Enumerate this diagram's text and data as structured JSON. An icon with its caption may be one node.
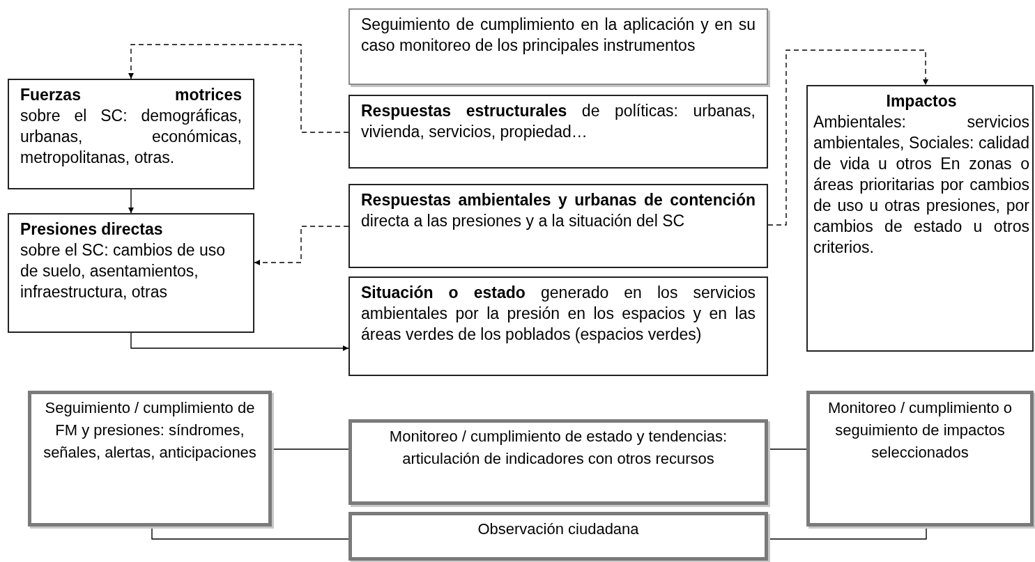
{
  "diagram": {
    "nodes": [
      {
        "text": [
          "Seguimiento de cumplimiento en la aplicación y en su caso monitoreo de los principales instrumentos"
        ]
      },
      {
        "text": [
          "Fuerzas motrices",
          "sobre el SC: demográficas, urbanas, económicas, metropolitanas, otras."
        ]
      },
      {
        "text": [
          "Presiones directas",
          "sobre el SC: cambios de uso de suelo, asentamientos, infraestructura, otras"
        ]
      },
      {
        "text": [
          "**Respuestas estructurales** de políticas: urbanas, vivienda, servicios, propiedad…"
        ]
      },
      {
        "text": [
          "**Respuestas ambientales y urbanas de contención** directa a las presiones y a la situación del SC"
        ]
      },
      {
        "text": [
          "**Situación o estado** generado en los servicios ambientales por la presión en los espacios y en las áreas verdes de los poblados (espacios verdes)"
        ]
      },
      {
        "text": [
          "Impactos",
          "Ambientales: servicios ambientales, Sociales: calidad de vida u otros En zonas o áreas prioritarias por cambios de uso u otras presiones, por cambios de estado u otros criterios."
        ]
      },
      {
        "text": [
          "Seguimiento / cumplimiento de FM y presiones: síndromes, señales, alertas, anticipaciones"
        ]
      },
      {
        "text": [
          "Monitoreo / cumplimiento de estado y tendencias: articulación de indicadores con otros recursos"
        ]
      },
      {
        "text": [
          "Monitoreo / cumplimiento o seguimiento de impactos seleccionados"
        ]
      },
      {
        "text": [
          "Observación ciudadana"
        ]
      }
    ],
    "edges": [
      {
        "from": 3,
        "to": 1,
        "arrow": "to",
        "style": "dashed"
      },
      {
        "from": 1,
        "to": 2,
        "arrow": "to"
      },
      {
        "from": 4,
        "to": 2,
        "arrow": "to",
        "style": "dashed"
      },
      {
        "from": 4,
        "to": 6,
        "arrow": "to",
        "style": "dashed"
      },
      {
        "from": 2,
        "to": 5,
        "arrow": "to"
      },
      {
        "from": 7,
        "to": 8,
        "arrow": "none"
      },
      {
        "from": 8,
        "to": 9,
        "arrow": "none"
      },
      {
        "from": 7,
        "to": 10,
        "arrow": "none"
      },
      {
        "from": 10,
        "to": 9,
        "arrow": "none"
      }
    ]
  }
}
